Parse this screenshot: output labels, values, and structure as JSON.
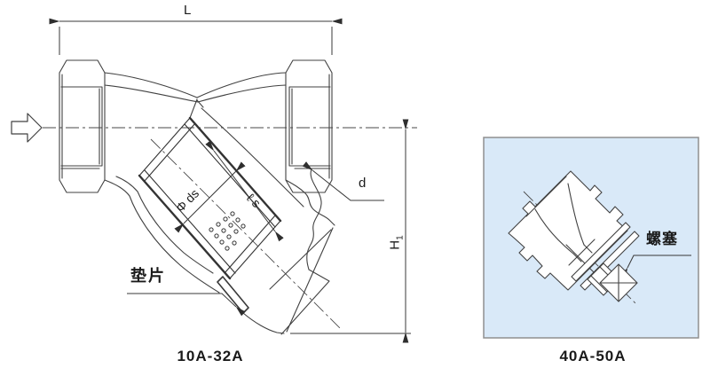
{
  "main_figure": {
    "caption": "10A-32A",
    "labels": {
      "length": "L",
      "screen_diameter": "Φ ds",
      "screen_length": "ℓ s",
      "thread": "d",
      "height_base": "H",
      "height_sub": "1",
      "gasket": "垫片"
    }
  },
  "inset_figure": {
    "caption": "40A-50A",
    "labels": {
      "plug": "螺塞"
    }
  },
  "icons": {
    "flow_arrow": "hollow-right-arrow",
    "plug_cross": "x-cross-plug-symbol"
  },
  "colors": {
    "background": "#ffffff",
    "line": "#414141",
    "text": "#1a1a1a",
    "inset_background": "#d9e9f8",
    "inset_border": "#8f8f8f"
  }
}
